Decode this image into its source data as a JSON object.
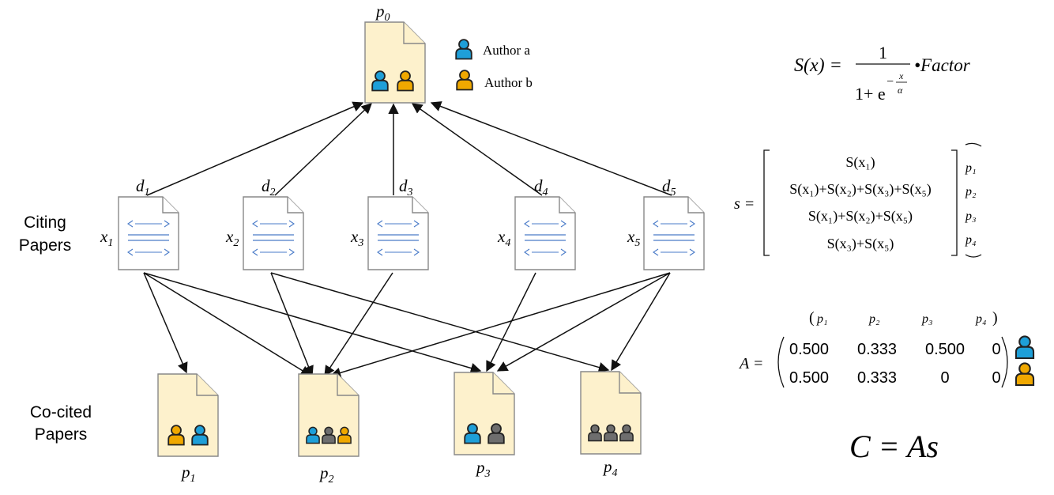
{
  "colors": {
    "paper_fill": "#fdf1cc",
    "paper_stroke": "#888888",
    "doc_fill": "#ffffff",
    "doc_line": "#4a7bc8",
    "author_a": "#1e9fd8",
    "author_b": "#f0a800",
    "author_unknown": "#6e6e6e",
    "arrow": "#111111"
  },
  "icons": {
    "paper": "document-icon",
    "citing_doc": "code-document-icon",
    "author": "person-icon"
  },
  "p0_label": "p",
  "p0_sub": "0",
  "legend": [
    {
      "label": "Author a",
      "color": "author_a"
    },
    {
      "label": "Author b",
      "color": "author_b"
    }
  ],
  "side_labels": {
    "citing": [
      "Citing",
      "Papers"
    ],
    "cocited": [
      "Co-cited",
      "Papers"
    ]
  },
  "citing_papers": [
    {
      "d": "d",
      "d_sub": "1",
      "x": "x",
      "x_sub": "1"
    },
    {
      "d": "d",
      "d_sub": "2",
      "x": "x",
      "x_sub": "2"
    },
    {
      "d": "d",
      "d_sub": "3",
      "x": "x",
      "x_sub": "3"
    },
    {
      "d": "d",
      "d_sub": "4",
      "x": "x",
      "x_sub": "4"
    },
    {
      "d": "d",
      "d_sub": "5",
      "x": "x",
      "x_sub": "5"
    }
  ],
  "cocited_papers": [
    {
      "label": "p",
      "sub": "1",
      "authors": [
        "author_b",
        "author_a"
      ]
    },
    {
      "label": "p",
      "sub": "2",
      "authors": [
        "author_a",
        "author_unknown",
        "author_b"
      ]
    },
    {
      "label": "p",
      "sub": "3",
      "authors": [
        "author_a",
        "author_unknown"
      ]
    },
    {
      "label": "p",
      "sub": "4",
      "authors": [
        "author_unknown",
        "author_unknown",
        "author_unknown"
      ]
    }
  ],
  "p0_authors": [
    "author_a",
    "author_b"
  ],
  "citations_to_cocited": [
    [
      1,
      2,
      3
    ],
    [
      2,
      4
    ],
    [
      2
    ],
    [
      3
    ],
    [
      2,
      3,
      4
    ]
  ],
  "formula_s": {
    "lhs": "S(x) =",
    "numerator": "1",
    "denominator": "1+ e",
    "exp_num": "x",
    "exp_den": "α",
    "exp_sign": "−",
    "tail": "•Factor"
  },
  "vector_s": {
    "lhs": "s =",
    "rows": [
      "S(x₁)",
      "S(x₁)+S(x₂)+S(x₃)+S(x₅)",
      "S(x₁)+S(x₂)+S(x₅)",
      "S(x₃)+S(x₅)"
    ],
    "row_labels": [
      "p₁",
      "p₂",
      "p₃",
      "p₄"
    ]
  },
  "matrix_A": {
    "lhs": "A =",
    "col_headers": [
      "p₁",
      "p₂",
      "p₃",
      "p₄"
    ],
    "rows": [
      [
        "0.500",
        "0.333",
        "0.500",
        "0"
      ],
      [
        "0.500",
        "0.333",
        "0",
        "0"
      ]
    ],
    "row_authors": [
      "author_a",
      "author_b"
    ]
  },
  "final_eq": "C = As"
}
